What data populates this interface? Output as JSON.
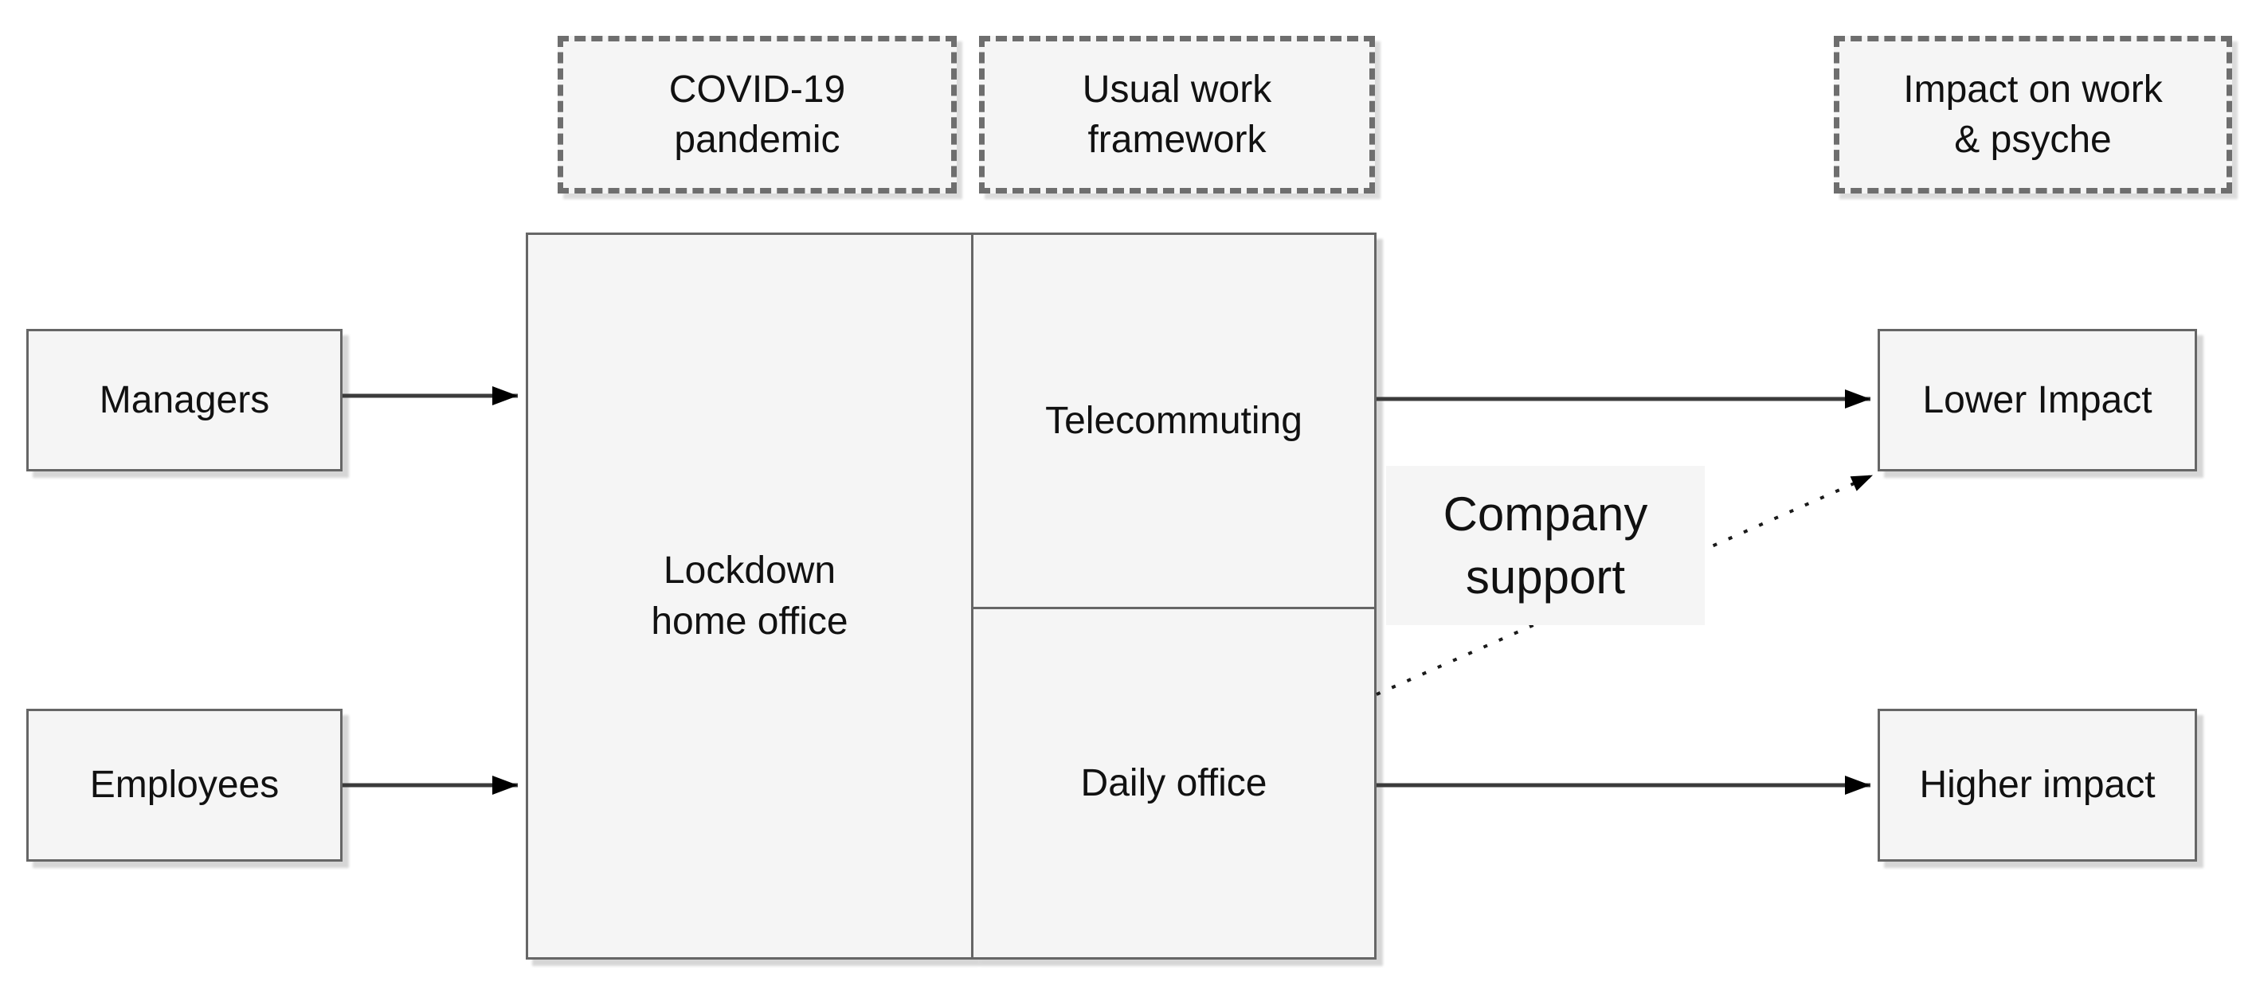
{
  "canvas": {
    "background": "#ffffff",
    "node_fill": "#f5f5f5",
    "node_border": "#666666",
    "arrow_color": "#3b3b3b",
    "arrowhead_color": "#000000",
    "text_color": "#111111"
  },
  "headers": {
    "covid": {
      "label": "COVID-19\npandemic"
    },
    "framework": {
      "label": "Usual work\nframework"
    },
    "impact": {
      "label": "Impact on work\n& psyche"
    }
  },
  "nodes": {
    "managers": {
      "label": "Managers"
    },
    "employees": {
      "label": "Employees"
    },
    "lockdown": {
      "label": "Lockdown\nhome office"
    },
    "telecommuting": {
      "label": "Telecommuting"
    },
    "daily_office": {
      "label": "Daily office"
    },
    "lower_impact": {
      "label": "Lower Impact"
    },
    "higher_impact": {
      "label": "Higher impact"
    }
  },
  "edges": {
    "company_support": {
      "label": "Company\nsupport"
    },
    "connections": [
      {
        "from": "Managers",
        "to": "Lockdown home office",
        "style": "solid"
      },
      {
        "from": "Employees",
        "to": "Lockdown home office",
        "style": "solid"
      },
      {
        "from": "Telecommuting",
        "to": "Lower Impact",
        "style": "solid"
      },
      {
        "from": "Daily office",
        "to": "Higher impact",
        "style": "solid"
      },
      {
        "from": "Daily office",
        "to": "Lower Impact",
        "style": "dashed",
        "label": "Company support"
      }
    ]
  }
}
